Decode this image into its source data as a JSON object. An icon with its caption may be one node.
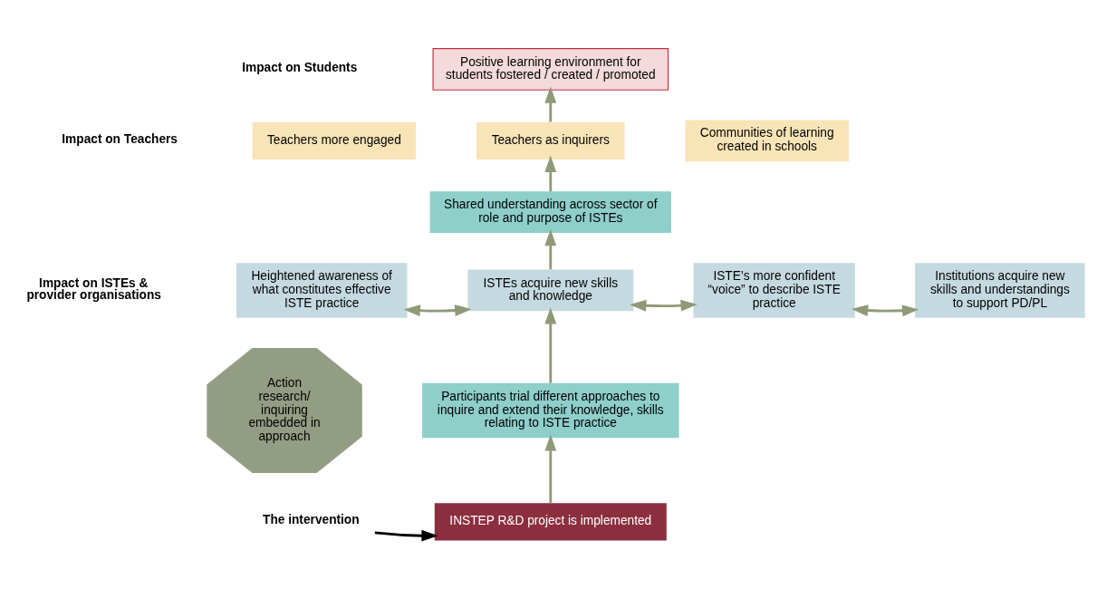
{
  "diagram": {
    "nodes": [
      {
        "text": [
          "Positive learning environment for students fostered / created / promoted"
        ]
      },
      {
        "text": [
          "Teachers more engaged"
        ]
      },
      {
        "text": [
          "Teachers as inquirers"
        ]
      },
      {
        "text": [
          "Communities of learning created in schools"
        ]
      },
      {
        "text": [
          "Shared understanding across sector of role and purpose of ISTEs"
        ]
      },
      {
        "text": [
          "Heightened awareness of what constitutes effective ISTE practice"
        ]
      },
      {
        "text": [
          "ISTEs acquire new skills and knowledge"
        ]
      },
      {
        "text": [
          "ISTE’s more confident “voice” to describe ISTE practice"
        ]
      },
      {
        "text": [
          "Institutions acquire new skills and understandings to support PD/PL"
        ]
      },
      {
        "text": [
          "Action research/ inquiring embedded in approach"
        ]
      },
      {
        "text": [
          "Participants trial different approaches to inquire and extend their knowledge, skills relating to ISTE practice"
        ]
      },
      {
        "text": [
          "INSTEP R&D project is implemented"
        ]
      },
      {
        "text": [
          "The intervention"
        ]
      }
    ],
    "edges": [
      {
        "from": 12,
        "to": 11,
        "arrow": "to",
        "color": "#000000"
      },
      {
        "from": 11,
        "to": 10,
        "arrow": "to"
      },
      {
        "from": 10,
        "to": 6,
        "arrow": "to"
      },
      {
        "from": 5,
        "to": 6,
        "arrow": "both"
      },
      {
        "from": 6,
        "to": 7,
        "arrow": "both"
      },
      {
        "from": 7,
        "to": 8,
        "arrow": "both"
      },
      {
        "from": 6,
        "to": 4,
        "arrow": "to"
      },
      {
        "from": 4,
        "to": 2,
        "arrow": "to"
      },
      {
        "from": 2,
        "to": 0,
        "arrow": "to"
      }
    ],
    "labels": [
      "Impact on Students",
      "Impact on Teachers",
      "Impact on ISTEs & provider organisations"
    ]
  }
}
